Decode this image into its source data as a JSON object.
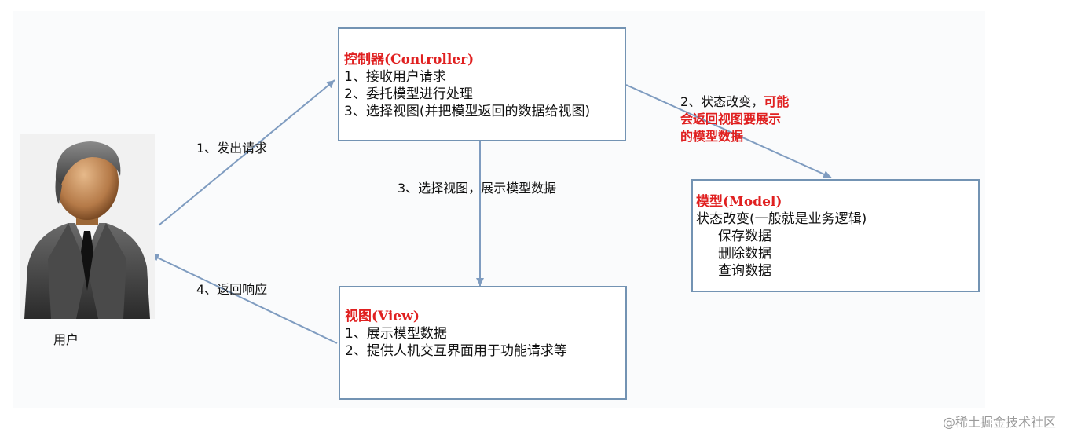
{
  "user": {
    "label": "用户"
  },
  "controller": {
    "title": "控制器(Controller)",
    "lines": [
      "1、接收用户请求",
      "2、委托模型进行处理",
      "3、选择视图(并把模型返回的数据给视图)"
    ]
  },
  "model": {
    "title": "模型(Model)",
    "lines": [
      "状态改变(一般就是业务逻辑)",
      "保存数据",
      "删除数据",
      "查询数据"
    ]
  },
  "view": {
    "title": "视图(View)",
    "lines": [
      "1、展示模型数据",
      "2、提供人机交互界面用于功能请求等"
    ]
  },
  "arrows": {
    "request": "1、发出请求",
    "state_change": "2、状态改变，",
    "state_change_red_1": "可能",
    "state_change_red_2": "会返回视图要展示",
    "state_change_red_3": "的模型数据",
    "select_view": "3、选择视图，展示模型数据",
    "response": "4、返回响应"
  },
  "watermark": "@稀土掘金技术社区",
  "colors": {
    "border": "#7393b3",
    "arrow": "#7f9cc0",
    "highlight": "#e02020"
  }
}
